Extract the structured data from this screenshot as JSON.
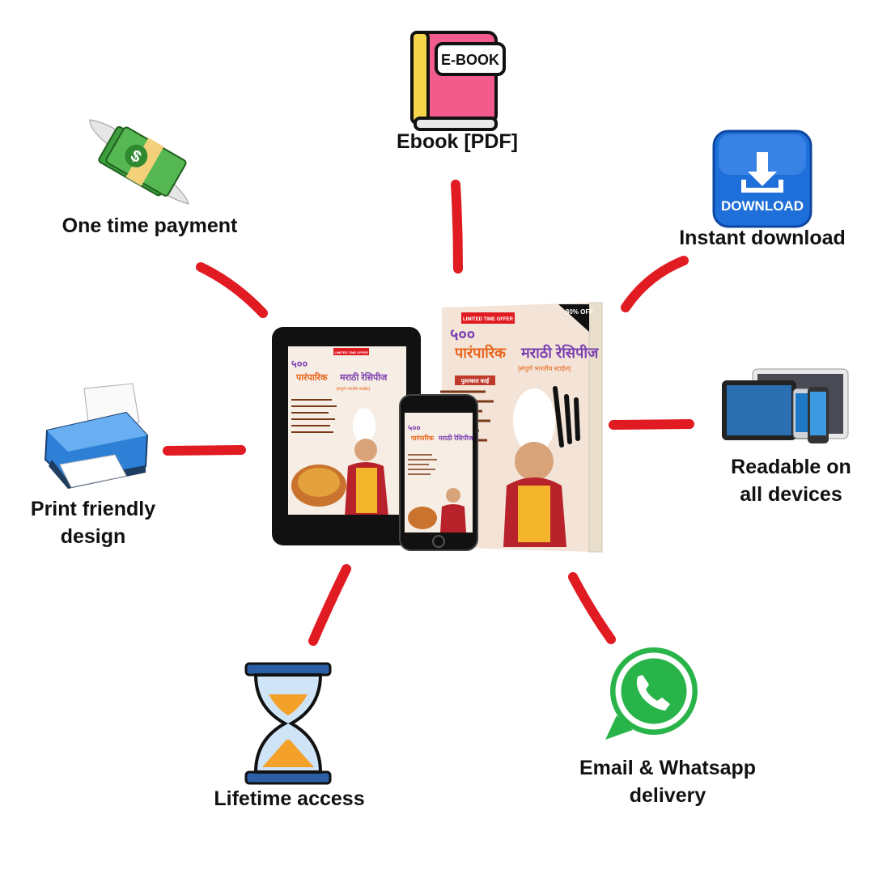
{
  "features": {
    "ebook": "Ebook [PDF]",
    "one_time": "One time payment",
    "instant": "Instant download",
    "print": "Print friendly\ndesign",
    "readable": "Readable on\nall devices",
    "lifetime": "Lifetime access",
    "delivery": "Email & Whatsapp\ndelivery"
  },
  "icons": {
    "ebook_badge": "E-BOOK",
    "download_badge": "DOWNLOAD"
  },
  "cover": {
    "limited": "LIMITED TIME OFFER",
    "discount": "80% OFF",
    "number": "५००",
    "title_a": "पारंपारिक",
    "title_b": "मराठी रेसिपीज",
    "subtitle": "[संपूर्ण भारतीय स्टाईल]",
    "list_head": "पुस्तकात काई"
  },
  "colors": {
    "connector": "#e11b22",
    "title_orange": "#e8641a",
    "title_purple": "#7b3fb0"
  }
}
